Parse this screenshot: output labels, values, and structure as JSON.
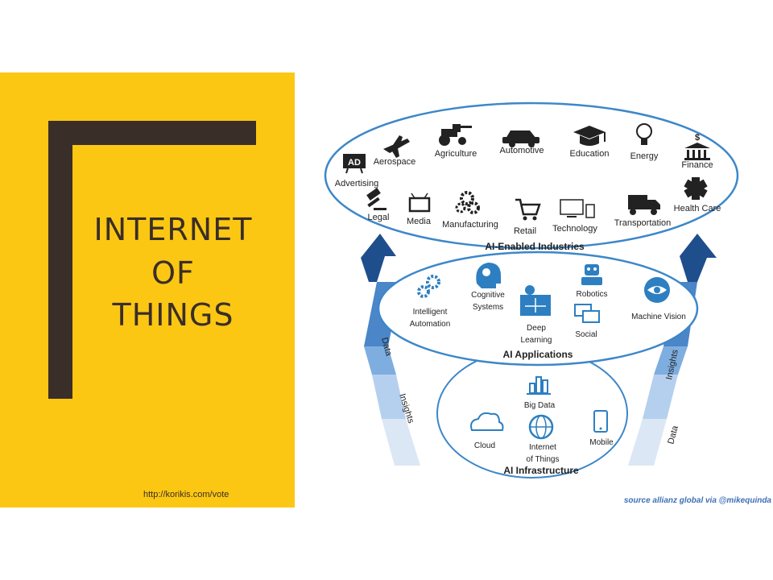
{
  "slide": {
    "title_lines": [
      "INTERNET",
      "OF",
      "THINGS"
    ],
    "url": "http://korikis.com/vote"
  },
  "diagram": {
    "industries": {
      "title": "AI-Enabled Industries",
      "items": {
        "advertising": "Advertising",
        "ad_badge": "AD",
        "aerospace": "Aerospace",
        "agriculture": "Agriculture",
        "automotive": "Automotive",
        "education": "Education",
        "energy": "Energy",
        "finance": "Finance",
        "finance_symbol": "$",
        "legal": "Legal",
        "media": "Media",
        "manufacturing": "Manufacturing",
        "retail": "Retail",
        "technology": "Technology",
        "transportation": "Transportation",
        "health_care": "Health Care"
      }
    },
    "applications": {
      "title": "AI Applications",
      "items": {
        "intelligent_automation": [
          "Intelligent",
          "Automation"
        ],
        "cognitive_systems": [
          "Cognitive",
          "Systems"
        ],
        "deep_learning": [
          "Deep",
          "Learning"
        ],
        "robotics": "Robotics",
        "social": "Social",
        "machine_vision": "Machine Vision"
      }
    },
    "infrastructure": {
      "title": "AI Infrastructure",
      "items": {
        "big_data": "Big Data",
        "cloud": "Cloud",
        "iot": [
          "Internet",
          "of Things"
        ],
        "mobile": "Mobile"
      }
    },
    "flows": {
      "left_upper": "Data",
      "left_lower": "Insights",
      "right_upper": "Insights",
      "right_lower": "Data"
    },
    "source": "source allianz global via @mikequinda"
  },
  "colors": {
    "panel_yellow": "#fcc713",
    "bracket_dark": "#3a2e28",
    "ellipse_blue": "#3d87c9",
    "arrow_dark_blue": "#1f4e8c",
    "icon_blue": "#2d7fc1"
  }
}
